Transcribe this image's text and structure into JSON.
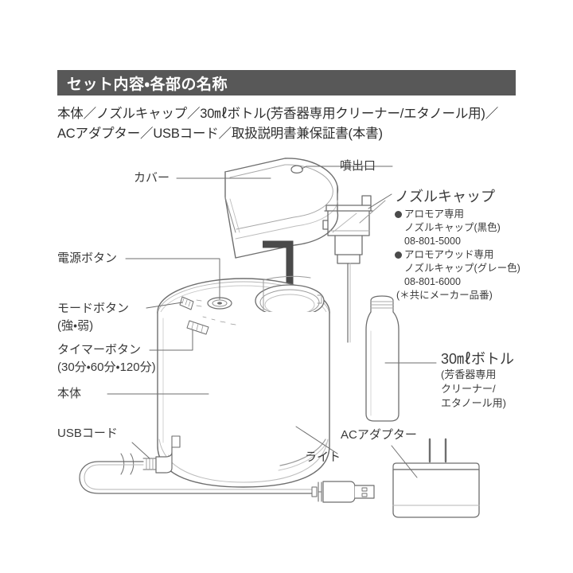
{
  "document": {
    "language": "ja",
    "page_kind": "product-manual-parts-diagram"
  },
  "section": {
    "heading": "セット内容・各部の名称",
    "heading_bar_color": "#585858",
    "heading_text_color": "#ffffff"
  },
  "intro": {
    "line1": "本体／ノズルキャップ／30㎖ボトル(芳香器専用クリーナー/エタノール用)／",
    "line2": "ACアダプター／USBコード／取扱説明書兼保証書(本書)"
  },
  "callouts": {
    "cover": "カバー",
    "spout": "噴出口",
    "power_button": "電源ボタン",
    "mode_button": "モードボタン",
    "mode_button_note": "(強・弱)",
    "timer_button": "タイマーボタン",
    "timer_button_note": "(30分・60分・120分)",
    "main_unit": "本体",
    "usb_cord": "USBコード",
    "light": "ライト",
    "ac_adapter": "ACアダプター"
  },
  "nozzle_cap": {
    "title": "ノズルキャップ",
    "items": [
      {
        "bullet": "●",
        "line1": "アロモア専用",
        "line2": "ノズルキャップ(黒色)",
        "part_number": "08-801-5000"
      },
      {
        "bullet": "●",
        "line1": "アロモアウッド専用",
        "line2": "ノズルキャップ(グレー色)",
        "part_number": "08-801-6000"
      }
    ],
    "footnote": "(＊共にメーカー品番)"
  },
  "bottle": {
    "title": "30㎖ボトル",
    "note_line1": "(芳香器専用",
    "note_line2": "クリーナー/",
    "note_line3": "エタノール用)"
  },
  "colors": {
    "line": "#6e6e6e",
    "line_light": "#9a9a9a",
    "text": "#3a3a3a",
    "arrow": "#4a4a4a",
    "bar": "#585858",
    "background": "#ffffff"
  },
  "icons": {
    "arrow": "down-arrow-icon",
    "power": "power-button-icon",
    "mode": "mode-button-icon",
    "timer": "timer-button-icon"
  }
}
